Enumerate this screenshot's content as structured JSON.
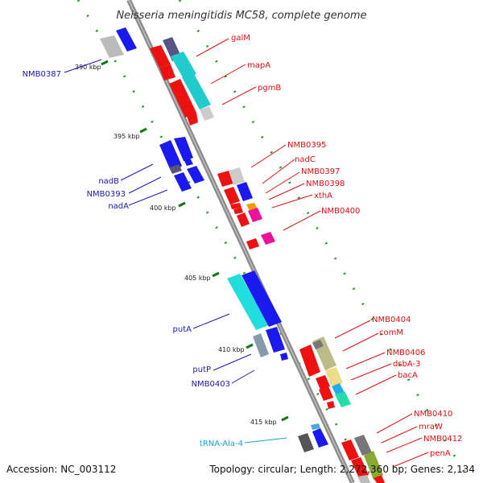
{
  "title": "Neisseria meningitidis MC58, complete genome",
  "footer": {
    "accession": "Accession: NC_003112",
    "topology": "Topology: circular; Length: 2,272,360 bp; Genes: 2,134"
  },
  "colors": {
    "backbone": "#8c8c8c",
    "tick_dots": "#2a9a2a",
    "label_forward": "#1a1ab0",
    "label_reverse": "#dd1111",
    "label_rna": "#20a0c8"
  },
  "kbp_ticks": [
    "390 kbp",
    "395 kbp",
    "400 kbp",
    "405 kbp",
    "410 kbp",
    "415 kbp"
  ],
  "genes_left": [
    {
      "name": "NMB0387"
    },
    {
      "name": "nadB"
    },
    {
      "name": "NMB0393"
    },
    {
      "name": "nadA"
    },
    {
      "name": "putA"
    },
    {
      "name": "putP"
    },
    {
      "name": "NMB0403"
    },
    {
      "name": "tRNA-Ala-4"
    }
  ],
  "genes_right": [
    {
      "name": "galM"
    },
    {
      "name": "mapA"
    },
    {
      "name": "pgmB"
    },
    {
      "name": "NMB0395"
    },
    {
      "name": "nadC"
    },
    {
      "name": "NMB0397"
    },
    {
      "name": "NMB0398"
    },
    {
      "name": "xthA"
    },
    {
      "name": "NMB0400"
    },
    {
      "name": "NMB0404"
    },
    {
      "name": "comM"
    },
    {
      "name": "NMB0406"
    },
    {
      "name": "dsbA-3"
    },
    {
      "name": "bacA"
    },
    {
      "name": "NMB0410"
    },
    {
      "name": "mraW"
    },
    {
      "name": "NMB0412"
    },
    {
      "name": "penA"
    }
  ]
}
